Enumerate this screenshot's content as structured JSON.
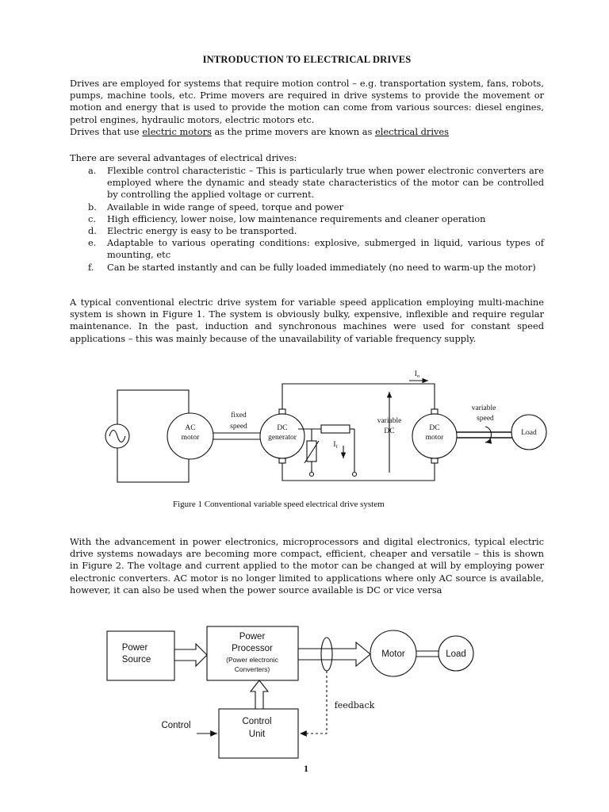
{
  "title": "INTRODUCTION TO ELECTRICAL DRIVES",
  "intro": {
    "p1": "Drives are employed for systems that require motion control – e.g. transportation system, fans, robots, pumps, machine tools, etc. Prime movers are required in drive systems to provide the movement or motion and energy that is used to provide the motion can come from various sources: diesel engines, petrol engines, hydraulic motors, electric motors etc.",
    "p2_a": "Drives that use ",
    "p2_u1": "electric motors",
    "p2_b": " as the prime movers are known as ",
    "p2_u2": "electrical drives"
  },
  "advantages": {
    "heading": "There are several advantages of electrical drives:",
    "items": [
      {
        "label": "a.",
        "text": "Flexible control characteristic – This is particularly true when power electronic converters are employed where the dynamic and steady state characteristics of the motor can be controlled by controlling the applied voltage or current."
      },
      {
        "label": "b.",
        "text": "Available in wide range of speed, torque and power"
      },
      {
        "label": "c.",
        "text": "High efficiency, lower noise, low maintenance requirements and cleaner operation"
      },
      {
        "label": "d.",
        "text": "Electric energy is easy to be transported."
      },
      {
        "label": "e.",
        "text": "Adaptable to various operating conditions: explosive, submerged in liquid, various types of mounting, etc"
      },
      {
        "label": "f.",
        "text": "Can be started instantly and can  be fully loaded immediately (no need to warm-up the motor)"
      }
    ]
  },
  "p3": "A typical conventional electric drive system for variable speed application employing multi-machine system is shown in Figure 1. The system is obviously bulky, expensive, inflexible and require regular maintenance. In the past, induction and synchronous machines were used for constant speed applications – this was mainly because of the unavailability of variable frequency supply.",
  "figure1": {
    "caption": "Figure 1   Conventional variable speed electrical drive system",
    "ac_motor": [
      "AC",
      "motor"
    ],
    "fixed_speed": [
      "fixed",
      "speed"
    ],
    "dc_generator": [
      "DC",
      "generator"
    ],
    "variable_dc": [
      "variable",
      "DC"
    ],
    "dc_motor": [
      "DC",
      "motor"
    ],
    "variable_speed": [
      "variable",
      "speed"
    ],
    "load": "Load",
    "i_o": "I",
    "i_o_sub": "o",
    "i_f": "I",
    "i_f_sub": "f"
  },
  "p4": "With the advancement in power electronics, microprocessors and digital electronics, typical electric drive systems nowadays are becoming more compact, efficient, cheaper and versatile – this is shown in Figure 2. The voltage and current applied to the motor can be changed at will by employing power electronic converters. AC motor is no longer limited to applications where only AC source is available, however, it can also be used when the power source available is DC or vice versa",
  "figure2": {
    "power_source": [
      "Power",
      "Source"
    ],
    "power_processor": [
      "Power",
      "Processor"
    ],
    "power_processor_sub": [
      "(Power electronic",
      "Converters)"
    ],
    "motor": "Motor",
    "load": "Load",
    "feedback": "feedback",
    "control": "Control",
    "control_unit": [
      "Control",
      "Unit"
    ]
  },
  "page_number": "1"
}
